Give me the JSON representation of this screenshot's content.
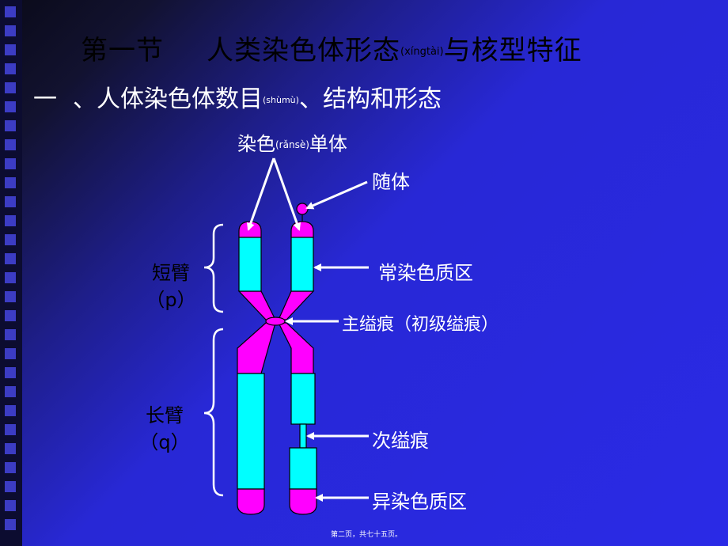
{
  "title": {
    "part1": "第一节",
    "part2": "人类染色体形态",
    "pinyin": "(xíngtài)",
    "part3": "与核型特征"
  },
  "subtitle": {
    "numeral": "一",
    "mark": "、",
    "part1": "人体染色体数目",
    "pinyin": "(shùmù)",
    "part2": "、结构和形态"
  },
  "labels": {
    "chromatid_pre": "染色",
    "chromatid_pinyin": "(rǎnsè)",
    "chromatid_post": "单体",
    "satellite": "随体",
    "euchromatin": "常染色质区",
    "centromere": "主缢痕（初级缢痕）",
    "secondary_constriction": "次缢痕",
    "heterochromatin": "异染色质区",
    "short_arm": "短臂",
    "short_arm_symbol": "（p）",
    "long_arm": "长臂",
    "long_arm_symbol": "（q）"
  },
  "colors": {
    "euchromatin": "#00ffff",
    "heterochromatin": "#ff00ff",
    "outline": "#000000",
    "arrow": "#ffffff"
  },
  "footer": "第二页，共七十五页。"
}
